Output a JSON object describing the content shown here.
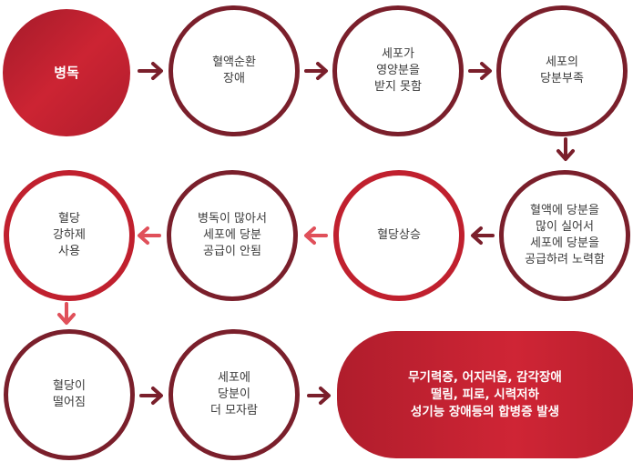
{
  "colors": {
    "dark": "#7a1f2b",
    "red": "#c0202e",
    "light_red": "#e0505a"
  },
  "nodes": {
    "n1": "병독",
    "n2": "혈액순환\n장애",
    "n3": "세포가\n영양분을\n받지 못함",
    "n4": "세포의\n당분부족",
    "n5": "혈액에 당분을\n많이 실어서\n세포에 당분을\n공급하려 노력함",
    "n6": "혈당상승",
    "n7": "병독이 많아서\n세포에 당분\n공급이 안됨",
    "n8": "혈당\n강하제\n사용",
    "n9": "혈당이\n떨어짐",
    "n10": "세포에\n당분이\n더 모자람",
    "n11": "무기력증, 어지러움, 감각장애\n떨림, 피로, 시력저하\n성기능 장애등의 합병증 발생"
  }
}
